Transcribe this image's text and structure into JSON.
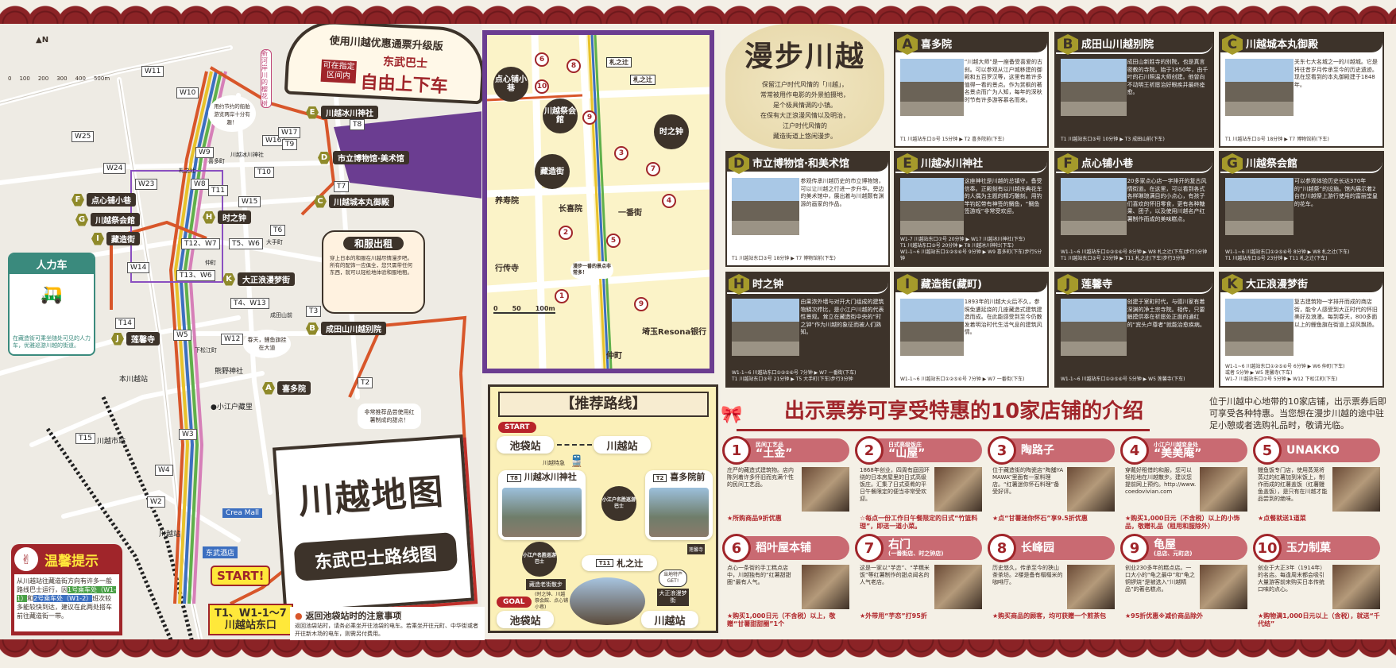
{
  "map": {
    "title": "川越地图",
    "subtitle": "东武巴士路线图",
    "banner": {
      "line1": "使用川越优惠通票升级版",
      "tag": "可在指定区间内",
      "line2": "东武巴士",
      "line3": "自由上下车"
    },
    "start": {
      "label": "START!",
      "stops": "T1、W1-1～7",
      "station": "川越站东口"
    },
    "scale": [
      "0",
      "100",
      "200",
      "300",
      "400",
      "500m"
    ],
    "spots": [
      {
        "l": "E",
        "t": "川越冰川神社"
      },
      {
        "l": "D",
        "t": "市立博物馆·美术馆"
      },
      {
        "l": "C",
        "t": "川越城本丸御殿"
      },
      {
        "l": "F",
        "t": "点心铺小巷"
      },
      {
        "l": "G",
        "t": "川越祭会館"
      },
      {
        "l": "I",
        "t": "藏造街"
      },
      {
        "l": "H",
        "t": "时之钟"
      },
      {
        "l": "K",
        "t": "大正浪漫梦街"
      },
      {
        "l": "B",
        "t": "成田山川越别院"
      },
      {
        "l": "J",
        "t": "莲馨寺"
      },
      {
        "l": "A",
        "t": "喜多院"
      }
    ],
    "places": [
      "熊野神社",
      "●小江户藏里",
      "Crea Mall",
      "东武酒店",
      "川越站",
      "本川越站",
      "川越市站",
      "新河岸川的樱花树",
      "和服出租",
      "人力车",
      "札之辻",
      "大手町",
      "仲町",
      "成田山前",
      "下松江町",
      "喜多町",
      "川越冰川神社"
    ],
    "stops": [
      "W11",
      "W10",
      "W25",
      "W24",
      "W9",
      "W16",
      "T9",
      "W8",
      "W23",
      "T11",
      "T10",
      "W15",
      "T12、W7",
      "T6",
      "T5、W6",
      "T13、W6",
      "W14",
      "T4、W13",
      "T14",
      "W5",
      "W12",
      "T3",
      "T2",
      "T15",
      "W2",
      "W4",
      "W3",
      "T8",
      "W17",
      "T7"
    ],
    "notes": {
      "rickshaw": "在藏造街可乘坐随处可见的人力车，优雅巡游川越的街道。",
      "kimono": "穿上日本的和服在川越尽情漫步吧。所有的配饰一应俱全，您只需带任何东西，就可以轻松地体验和服地租。",
      "sakura": "用约节约的船舶游览两岸十分有趣！",
      "spring": "春天，鲤鱼旗挂在大道",
      "souvenir": "非常推荐品尝使用红薯制成的甜点！"
    },
    "tip": {
      "title": "温馨提示",
      "text": "从川越站往藏造街方向有许多一般路线巴士运行，因",
      "hl1": "1号乘车处（W1-1）",
      "mid": "和",
      "hl2": "2号乘车处（W1-2）",
      "end": "班次较多能较快到达，建议在此两处搭车前往藏造街一带。"
    },
    "return": {
      "title": "返回池袋站时的注意事项",
      "text": "返回池袋站时，请务必乘坐开往池袋的电车。若乘坐开往元町、中华街或者开往新木场的电车，则需另付费用。"
    }
  },
  "inset": {
    "labels": [
      "点心铺小巷",
      "川越祭会館",
      "养寿院",
      "藏造街",
      "长喜院",
      "行传寺",
      "时之钟",
      "札之辻",
      "札之辻",
      "一番街",
      "仲町",
      "埼玉Resona银行",
      "漫步一番的景点非常多！"
    ],
    "scale": [
      "0",
      "50",
      "100m"
    ],
    "nums": [
      "6",
      "10",
      "8",
      "9",
      "3",
      "7",
      "4",
      "2",
      "5",
      "1",
      "9"
    ]
  },
  "route": {
    "title": "【推荐路线】",
    "start": "START",
    "goal": "GOAL",
    "ikebukuro": "池袋站",
    "kawagoe": "川越站",
    "express": "川越特急",
    "bus": "小江户名胜巡游巴士",
    "hikawa_code": "T8",
    "hikawa": "川越冰川神社",
    "kitain_code": "T2",
    "kitain": "喜多院前",
    "fuda_code": "T11",
    "fuda": "札之辻",
    "walk": "藏造老街散步",
    "walk_sub": "(时之钟、川越祭会館、点心铺小巷)",
    "get": "当地特产GET!",
    "taisho": "大正浪漫梦街",
    "renkei": "莲馨寺"
  },
  "intro": {
    "title": "漫步川越",
    "text": [
      "保留江户时代风情的「川越」，",
      "常常被用作电影的外景拍摄地，",
      "是个极具情调的小镇。",
      "在保有大正浪漫风情以及明治，",
      "江户时代风情的",
      "藏造街道上悠闲漫步。"
    ]
  },
  "spots": [
    {
      "letter": "A",
      "name": "喜多院",
      "dark": false,
      "desc": "“川越大师”是一座备受喜爱的古刹。可以参观从江户城移建的御殿和五百罗汉等，这里有着许多值得一看的景点。作为赏枫的著名景点而广为人知，每年的深秋时节有许多游客慕名而来。",
      "routes": [
        "T1 川越站东口③号 15分钟 ▶ T2 喜多院前(下车)"
      ]
    },
    {
      "letter": "B",
      "name": "成田山川越别院",
      "dark": true,
      "desc": "成田山新胜寺的别院，也是真言密教的寺院。始于1850年，由千叶的石川照温大师创建。他曾向不动明王祈愿治好眼疾并最终痊愈。",
      "routes": [
        "T1 川越站东口③号 10分钟 ▶ T3 成田山前(下车)"
      ]
    },
    {
      "letter": "C",
      "name": "川越城本丸御殿",
      "dark": false,
      "desc": "关东七大名城之一的川越城。它是将往昔岁月传承至今的历史遗迹。现在您看到的本丸御殿建于1848年。",
      "routes": [
        "T1 川越站东口③号 18分钟 ▶ T7 博物馆前(下车)"
      ]
    },
    {
      "letter": "D",
      "name": "市立博物馆·和美术馆",
      "dark": false,
      "desc": "参观传承川越历史的市立博物馆，可以让川越之行进一步升华。旁边的美术馆中，展出着与川越颇有渊源的画家的作品。",
      "routes": [
        "T1 川越站东口③号 18分钟 ▶ T7 博物馆前(下车)"
      ]
    },
    {
      "letter": "E",
      "name": "川越冰川神社",
      "dark": true,
      "desc": "这座神社是川越的总镇守，备受信奉。正殿刻有以川越庆典花车的人偶为主题的精巧雕刻。用钓竿钓起带有神签的鲷鱼，“鲷鱼签游戏”非常受欢迎。",
      "routes": [
        "W1-7 川越站东口⑦号 20分钟 ▶ W17 川越冰川神社(下车)",
        "T1 川越站东口③号 20分钟 ▶ T8 川越冰川神社(下车)",
        "W1-1~6 川越站东口①②⑤⑥号 9分钟 ▶ W9 喜多町(下车)步行5分钟"
      ]
    },
    {
      "letter": "F",
      "name": "点心铺小巷",
      "dark": true,
      "desc": "20多家点心店一字排开的复古风情街道。在这里，可以看到各式各样琳琅满目的小点心，有孩子们喜欢的怀旧零食，更有各种糖果、团子，以及使用川越名产红薯制作而成的美味糕点。",
      "routes": [
        "W1-1~6 川越站东口①②⑤⑥号 8分钟 ▶ W8 札之辻(下车)步行3分钟",
        "T1 川越站东口③号 23分钟 ▶ T11 札之辻(下车)步行3分钟"
      ]
    },
    {
      "letter": "G",
      "name": "川越祭会館",
      "dark": true,
      "desc": "可以参观体验历史长达370年的“川越祭”的设施。馆内展示着2台在川越祭上游行使用的富丽堂皇的花车。",
      "routes": [
        "W1-1~6 川越站东口①②⑤⑥号 8分钟 ▶ W8 札之辻(下车)",
        "T1 川越站东口③号 23分钟 ▶ T11 札之辻(下车)"
      ]
    },
    {
      "letter": "H",
      "name": "时之钟",
      "dark": true,
      "desc": "由果浓外墙与对开大门组成的建筑物鳞次栉比，是小江户川越的代表性景观。耸立在藏造街中央的“时之钟”作为川越的象征而被人们熟知。",
      "routes": [
        "W1-1~6 川越站东口①②⑤⑥号 7分钟 ▶ W7 一番街(下车)",
        "T1 川越站东口③号 21分钟 ▶ T5 大手町(下车)步行3分钟"
      ]
    },
    {
      "letter": "I",
      "name": "藏造街(藏町)",
      "dark": false,
      "desc": "1893年的川越大火后不久，参照免遭延烧的几座藏造式建筑建造而成。在此能感受到至今仍散发着明治时代生活气息的建筑风情。",
      "routes": [
        "W1-1~6 川越站东口①②⑤⑥号 7分钟 ▶ W7 一番街(下车)"
      ]
    },
    {
      "letter": "J",
      "name": "莲馨寺",
      "dark": true,
      "desc": "创建于室町时代，与德川家有着深渊的净土宗寺院。相传，只要触摸供奉在祈愿处正面的通红的“宾头卢尊者”就能治愈疾病。",
      "routes": [
        "W1-1~6 川越站东口①②⑤⑥号 5分钟 ▶ W5 莲馨寺(下车)"
      ]
    },
    {
      "letter": "K",
      "name": "大正浪漫梦街",
      "dark": false,
      "desc": "复古建筑物一字排开而成的商店街，能令人感受到大正时代的怀旧美好及浪漫。每到春天，800多面以上的鲤鱼旗在街道上迎风飘扬。",
      "routes": [
        "W1-1~6 川越站东口①②⑤⑥号 6分钟 ▶ W6 仲町(下车)",
        "或者 5分钟 ▶ W5 莲馨寺(下车)",
        "W1-7 川越站东口⑦号 5分钟 ▶ W12 下松江町(下车)"
      ]
    }
  ],
  "shops": {
    "title": "出示票券可享受特惠的10家店铺的介绍",
    "intro": "位于川越中心地带的10家店铺，出示票券后即可享受各种特惠。当您想在漫步川越的途中驻足小憩或者选购礼品时，敬请光临。",
    "items": [
      {
        "num": "1",
        "sub": "民间工艺品",
        "name": "“土金”",
        "desc": "庄严的藏造式建筑物。店内陈列着许多怀旧而充满个性的民间工艺品。",
        "offer": "★所购商品9折优惠"
      },
      {
        "num": "2",
        "sub": "日式高级饭庄",
        "name": "“山屋”",
        "desc": "1868年创业，四周有庭园环绕的日本房屋里的日式高级饭庄。汇集了日式菜肴的平日午餐限定的便当非常受欢迎。",
        "offer": "☆每点一份工作日午餐限定的日式“竹篮料理”，即送一道小菜。"
      },
      {
        "num": "3",
        "sub": "",
        "name": "陶路子",
        "desc": "位于藏造街的陶瓷店“陶舗YAMAWA”里面有一家料理店。“红薯迷你怀石料理”备受好评。",
        "offer": "★点“甘薯迷你怀石”享9.5折优惠"
      },
      {
        "num": "4",
        "sub": "小江户川越变身处",
        "name": "“美美庵”",
        "desc": "穿戴好租借的和服，您可以轻松地在川越散步。建议您提前网上预约。http://www.coedovivian.com",
        "offer": "★购买1,000日元（不含税）以上的小饰品，敬赠礼品（租用和服除外）"
      },
      {
        "num": "5",
        "sub": "",
        "name": "UNAKKO",
        "desc": "鳗鱼饭专门店，使用蒸笼将蒸过的红薯加到米饭上，制作而成的红薯盖饭（红薯鳗鱼盖饭），是只有在川越才能品尝到的绝味。",
        "offer": "★点餐就送1道菜"
      },
      {
        "num": "6",
        "sub": "",
        "name": "稻叶屋本铺",
        "desc": "点心一条街的手工糕点店中，川越独有的“红薯甜甜圈”最有人气。",
        "offer": "★购买1,000日元（不含税）以上，敬赠“甘薯甜甜圈”1个"
      },
      {
        "num": "7",
        "sub": "(一番街店、时之钟店)",
        "name": "右门",
        "desc": "这是一家以“芋恋”、“芋糯米饭”等红薯制作的甜点闻名的人气老店。",
        "offer": "★外带用“芋恋”打95折"
      },
      {
        "num": "8",
        "sub": "",
        "name": "长峰园",
        "desc": "历史悠久，传承至今的狭山茶茶坊。2楼是备有榻榻米的咖啡厅。",
        "offer": "★购买商品的顾客，均可获赠一个煎茶包"
      },
      {
        "num": "9",
        "sub": "(总店、元町店)",
        "name": "龟屋",
        "desc": "创业230多年的糕点店。一口大小的“龟之最中”和“龟之铜锣烧”是被选入“川越精品”的著名糕点。",
        "offer": "★95折优惠※减价商品除外"
      },
      {
        "num": "10",
        "sub": "",
        "name": "玉力制菓",
        "desc": "创业于大正3年（1914年）的名店。每逢周末都会吸引大量游客前来购买日本传统口味的点心。",
        "offer": "★购物满1,000日元以上（含税），就送“千代结”"
      }
    ]
  },
  "colors": {
    "brown": "#3d332a",
    "red": "#a0252a",
    "pink": "#c96a72",
    "gold": "#a59a2b",
    "purple": "#6b3d91",
    "orange": "#d8562a"
  }
}
